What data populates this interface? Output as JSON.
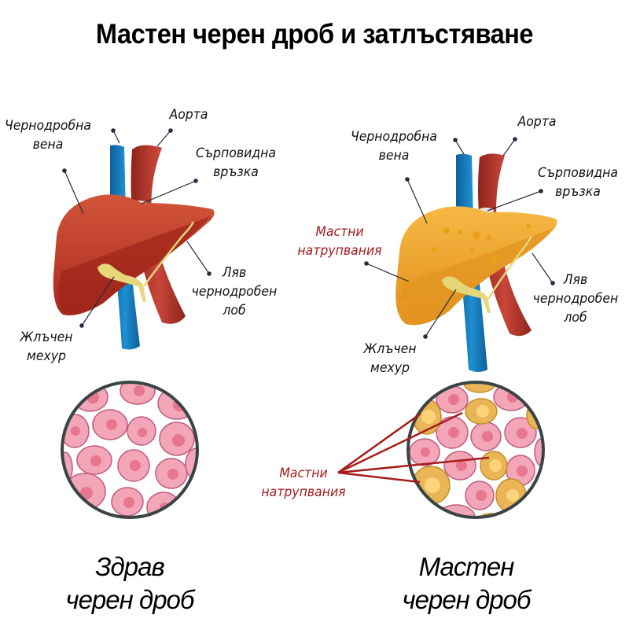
{
  "title": "Мастен черен дроб и затлъстяване",
  "colors": {
    "vein_blue": "#1a7fc0",
    "aorta_red": "#b5332a",
    "healthy_liver": "#c4402a",
    "fatty_liver": "#f0a52c",
    "gallbladder": "#e6d77a",
    "healthy_cell": "#f3a6b8",
    "fat_cell": "#e9b556",
    "circle_border": "#3a4444",
    "fat_label_red": "#a51c1c"
  },
  "healthy": {
    "labels": {
      "hepatic_vein_1": "Чернодробна",
      "hepatic_vein_2": "вена",
      "aorta": "Аорта",
      "falciform_1": "Сърповидна",
      "falciform_2": "връзка",
      "left_lobe_1": "Ляв",
      "left_lobe_2": "чернодробен",
      "left_lobe_3": "лоб",
      "gallbladder_1": "Жлъчен",
      "gallbladder_2": "мехур"
    },
    "caption_1": "Здрав",
    "caption_2": "черен дроб"
  },
  "fatty": {
    "labels": {
      "hepatic_vein_1": "Чернодробна",
      "hepatic_vein_2": "вена",
      "aorta": "Аорта",
      "falciform_1": "Сърповидна",
      "falciform_2": "връзка",
      "fat_deposits_1": "Мастни",
      "fat_deposits_2": "натрупвания",
      "left_lobe_1": "Ляв",
      "left_lobe_2": "чернодробен",
      "left_lobe_3": "лоб",
      "gallbladder_1": "Жлъчен",
      "gallbladder_2": "мехур"
    },
    "cell_labels": {
      "fat_deposits_1": "Мастни",
      "fat_deposits_2": "натрупвания"
    },
    "caption_1": "Мастен",
    "caption_2": "черен дроб"
  }
}
